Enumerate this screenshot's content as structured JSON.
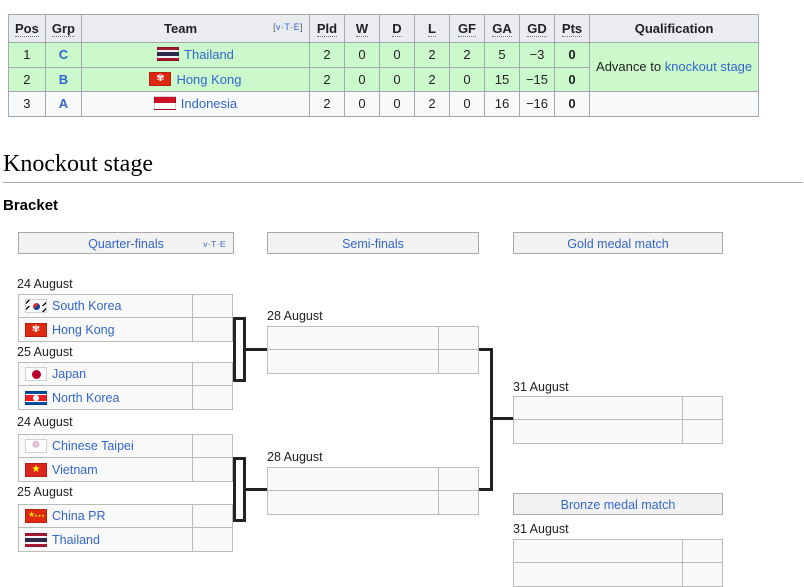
{
  "group_table": {
    "name": "third-placed-teams-table",
    "vte": {
      "v": "v",
      "t": "T",
      "e": "E",
      "sep": "·",
      "open": "[",
      "close": "]"
    },
    "headers": [
      "Pos",
      "Grp",
      "Team",
      "Pld",
      "W",
      "D",
      "L",
      "GF",
      "GA",
      "GD",
      "Pts",
      "Qualification"
    ],
    "rows": [
      {
        "pos": "1",
        "grp": "C",
        "team": "Thailand",
        "flag": "flag-thailand",
        "pld": "2",
        "w": "0",
        "d": "0",
        "l": "2",
        "gf": "2",
        "ga": "5",
        "gd": "−3",
        "pts": "0",
        "advance": true
      },
      {
        "pos": "2",
        "grp": "B",
        "team": "Hong Kong",
        "flag": "flag-hongkong",
        "pld": "2",
        "w": "0",
        "d": "0",
        "l": "2",
        "gf": "0",
        "ga": "15",
        "gd": "−15",
        "pts": "0",
        "advance": true
      },
      {
        "pos": "3",
        "grp": "A",
        "team": "Indonesia",
        "flag": "flag-indonesia",
        "pld": "2",
        "w": "0",
        "d": "0",
        "l": "2",
        "gf": "0",
        "ga": "16",
        "gd": "−16",
        "pts": "0",
        "advance": false
      }
    ],
    "qualification": {
      "prefix": "Advance to ",
      "link": "knockout stage"
    },
    "advance_color": "#ccf9cc",
    "header_color": "#eaecf0",
    "link_color": "#3366cc"
  },
  "section": {
    "heading": "Knockout stage",
    "subheading": "Bracket"
  },
  "bracket": {
    "round_headers": [
      {
        "label": "Quarter-finals",
        "has_vte": true,
        "vte": {
          "v": "v",
          "t": "T",
          "e": "E",
          "sep": "·"
        }
      },
      {
        "label": "Semi-finals",
        "has_vte": false
      },
      {
        "label": "Gold medal match",
        "has_vte": false
      },
      {
        "label": "Bronze medal match",
        "has_vte": false
      }
    ],
    "quarter_finals": [
      {
        "date": "24 August",
        "teams": [
          {
            "name": "South Korea",
            "flag": "flag-southkorea",
            "score": ""
          },
          {
            "name": "Hong Kong",
            "flag": "flag-hongkong",
            "score": ""
          }
        ]
      },
      {
        "date": "25 August",
        "teams": [
          {
            "name": "Japan",
            "flag": "flag-japan",
            "score": ""
          },
          {
            "name": "North Korea",
            "flag": "flag-northkorea",
            "score": ""
          }
        ]
      },
      {
        "date": "24 August",
        "teams": [
          {
            "name": "Chinese Taipei",
            "flag": "flag-taipei",
            "score": ""
          },
          {
            "name": "Vietnam",
            "flag": "flag-vietnam",
            "score": ""
          }
        ]
      },
      {
        "date": "25 August",
        "teams": [
          {
            "name": "China PR",
            "flag": "flag-china",
            "score": ""
          },
          {
            "name": "Thailand",
            "flag": "flag-thailand",
            "score": ""
          }
        ]
      }
    ],
    "semi_finals": [
      {
        "date": "28 August",
        "teams": [
          {
            "name": "",
            "flag": "",
            "score": ""
          },
          {
            "name": "",
            "flag": "",
            "score": ""
          }
        ]
      },
      {
        "date": "28 August",
        "teams": [
          {
            "name": "",
            "flag": "",
            "score": ""
          },
          {
            "name": "",
            "flag": "",
            "score": ""
          }
        ]
      }
    ],
    "gold_medal_match": {
      "date": "31 August",
      "teams": [
        {
          "name": "",
          "flag": "",
          "score": ""
        },
        {
          "name": "",
          "flag": "",
          "score": ""
        }
      ]
    },
    "bronze_medal_match": {
      "date": "31 August",
      "teams": [
        {
          "name": "",
          "flag": "",
          "score": ""
        },
        {
          "name": "",
          "flag": "",
          "score": ""
        }
      ]
    }
  }
}
